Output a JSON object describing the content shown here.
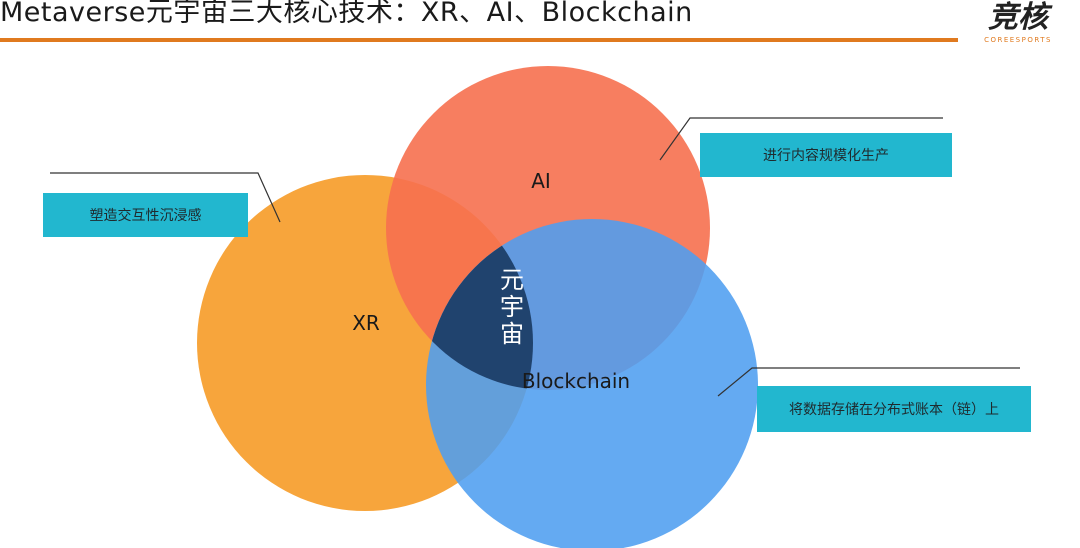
{
  "title": "Metaverse元宇宙三大核心技术：XR、AI、Blockchain",
  "logo": {
    "main": "竞核",
    "sub": "COREESPORTS"
  },
  "colors": {
    "accent_rule": "#e07a1f",
    "xr": "#f7a53c",
    "ai": "#f6704f",
    "blockchain": "#4f9ef0",
    "center": "#20436e",
    "label_box": "#22b7cf",
    "leader_line": "#333333"
  },
  "circles": {
    "xr": {
      "label": "XR"
    },
    "ai": {
      "label": "AI"
    },
    "blockchain": {
      "label": "Blockchain"
    }
  },
  "center": {
    "chars": [
      "元",
      "宇",
      "宙"
    ]
  },
  "callouts": {
    "xr": "塑造交互性沉浸感",
    "ai": "进行内容规模化生产",
    "blockchain": "将数据存储在分布式账本（链）上"
  }
}
